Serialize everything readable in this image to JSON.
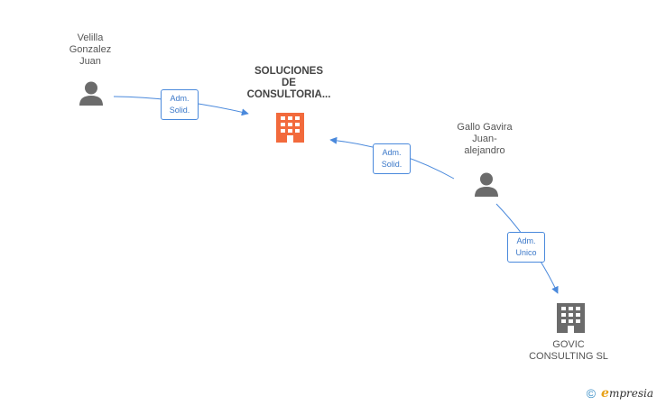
{
  "nodes": {
    "velilla": {
      "label": [
        "Velilla",
        "Gonzalez",
        "Juan"
      ],
      "type": "person"
    },
    "soluciones": {
      "label": [
        "SOLUCIONES",
        "DE",
        "CONSULTORIA..."
      ],
      "type": "company",
      "color": "#f26a3c"
    },
    "gallo": {
      "label": [
        "Gallo Gavira",
        "Juan-",
        "alejandro"
      ],
      "type": "person"
    },
    "govic": {
      "label": [
        "GOVIC",
        "CONSULTING SL"
      ],
      "type": "company",
      "color": "#6b6b6b"
    }
  },
  "edges": [
    {
      "from": "velilla",
      "to": "soluciones",
      "label": [
        "Adm.",
        "Solid."
      ]
    },
    {
      "from": "gallo",
      "to": "soluciones",
      "label": [
        "Adm.",
        "Solid."
      ]
    },
    {
      "from": "gallo",
      "to": "govic",
      "label": [
        "Adm.",
        "Unico"
      ]
    }
  ],
  "colors": {
    "edge": "#4a89dc",
    "person": "#6b6b6b"
  },
  "footer": {
    "copyright": "©",
    "brand_initial": "e",
    "brand_rest": "mpresia"
  }
}
